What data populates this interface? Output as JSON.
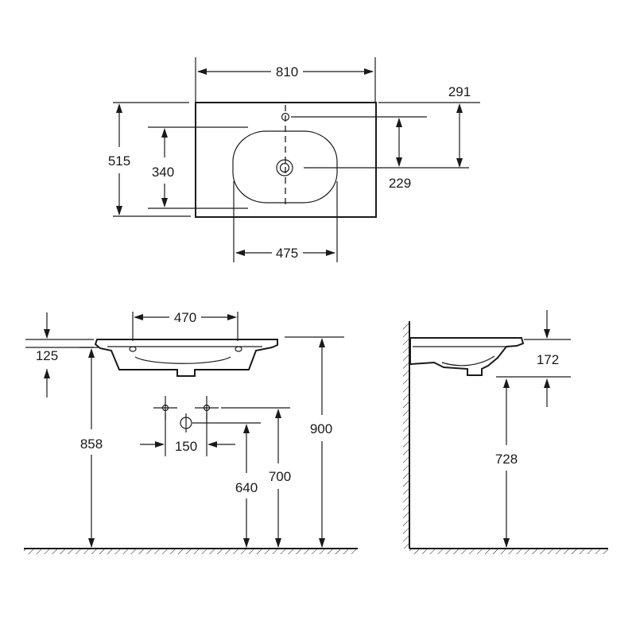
{
  "top_view": {
    "width_label": "810",
    "depth_label": "515",
    "bowl_depth_label": "340",
    "tap_to_drain_label": "291",
    "drain_to_front_label": "229",
    "bowl_width_label": "475"
  },
  "front_view": {
    "overflow_spacing_label": "470",
    "rim_thickness_label": "125",
    "rim_height_label": "858",
    "supply_spacing_label": "150",
    "waste_height_label": "640",
    "supply_height_label": "700",
    "total_height_label": "900"
  },
  "side_view": {
    "basin_depth_label": "172",
    "underside_height_label": "728"
  }
}
